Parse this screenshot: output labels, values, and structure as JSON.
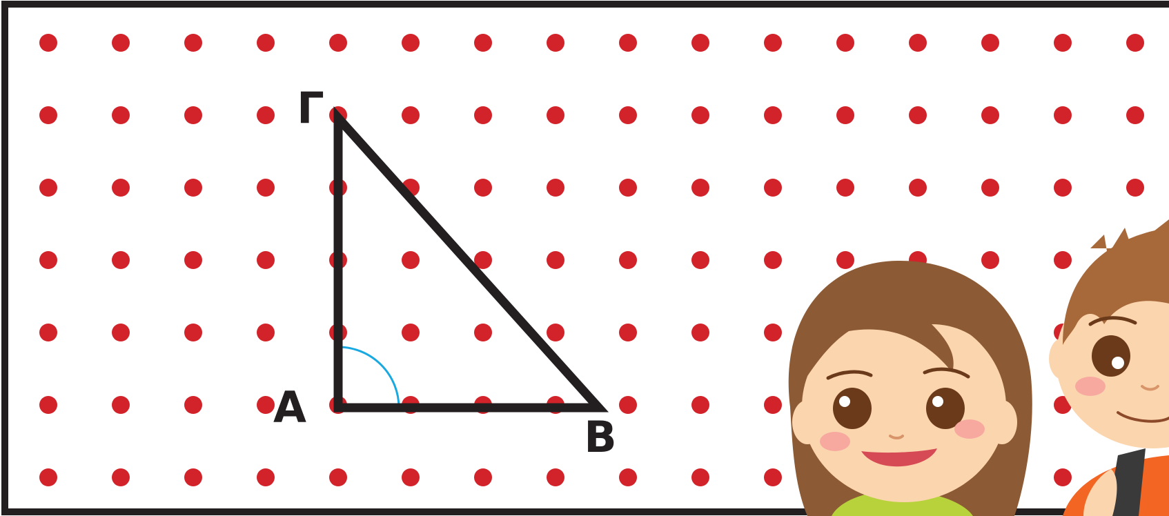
{
  "colors": {
    "background": "#ffffff",
    "frame": "#231f20",
    "dot": "#d2232a",
    "triangle": "#231f20",
    "angle_arc": "#19a9e0",
    "skin": "#fbd5ae",
    "girl_hair": "#8c5a34",
    "boy_hair": "#a8693a",
    "shirt_green": "#b7d23a",
    "shirt_orange": "#f26522",
    "eye": "#6b3a1a",
    "mouth": "#d64a55",
    "cheek": "#f7a9a0"
  },
  "dot_grid": {
    "columns": 16,
    "rows": 7
  },
  "triangle": {
    "vertex_labels": {
      "A": "A",
      "B": "B",
      "G": "Γ"
    },
    "vertices_grid": {
      "A": [
        4,
        5
      ],
      "B": [
        7.5,
        5
      ],
      "G": [
        4,
        1
      ]
    },
    "right_angle_at": "A"
  },
  "illustration": {
    "characters": [
      "girl",
      "boy"
    ]
  }
}
